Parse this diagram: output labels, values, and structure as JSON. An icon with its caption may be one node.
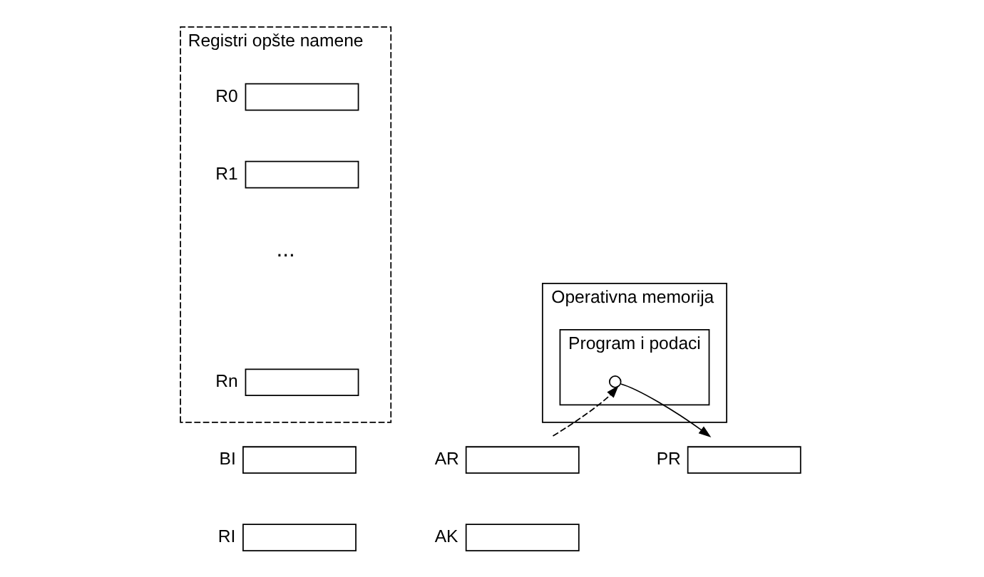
{
  "diagram": {
    "nodes": [
      {
        "text": [
          "Registri opšte namene"
        ]
      },
      {
        "text": [],
        "shape": "box",
        "beside": [
          "R0"
        ],
        "in": 0
      },
      {
        "text": [],
        "shape": "box",
        "beside": [
          "R1"
        ],
        "in": 0
      },
      {
        "text": [],
        "shape": "box",
        "beside": [
          "Rn"
        ],
        "in": 0
      },
      {
        "text": [
          "Operativna memorija"
        ]
      },
      {
        "text": [
          "Program i podaci"
        ],
        "in": 4
      },
      {
        "text": [],
        "shape": "circle",
        "in": 5
      },
      {
        "text": [],
        "shape": "box",
        "beside": [
          "BI"
        ]
      },
      {
        "text": [],
        "shape": "box",
        "beside": [
          "AR"
        ]
      },
      {
        "text": [],
        "shape": "box",
        "beside": [
          "PR"
        ]
      },
      {
        "text": [],
        "shape": "box",
        "beside": [
          "RI"
        ]
      },
      {
        "text": [],
        "shape": "box",
        "beside": [
          "AK"
        ]
      }
    ],
    "edges": [
      {
        "from": 8,
        "to": 6,
        "arrow": "to",
        "style": "dashed"
      },
      {
        "from": 6,
        "to": 9,
        "arrow": "to"
      }
    ],
    "labels": [
      "..."
    ]
  }
}
